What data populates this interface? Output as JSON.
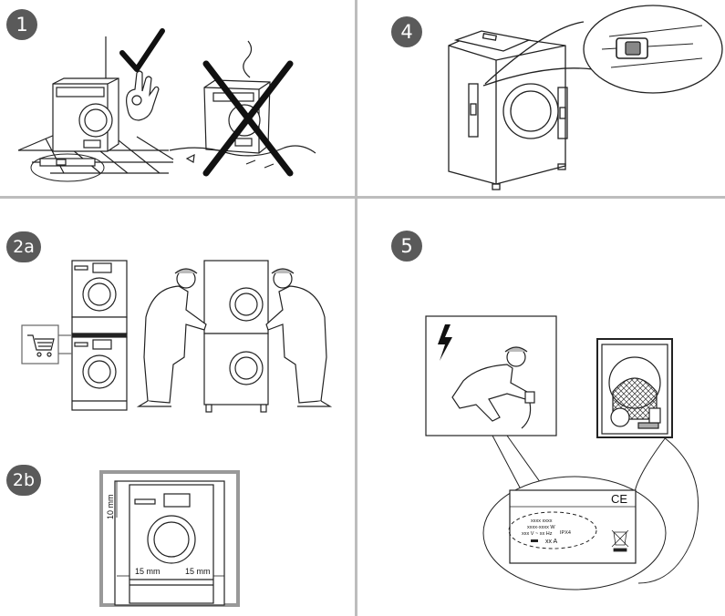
{
  "steps": {
    "s1": "1",
    "s4": "4",
    "s2a": "2a",
    "s2b": "2b",
    "s5": "5"
  },
  "step2b": {
    "top_gap": "10 mm",
    "left_gap": "15 mm",
    "right_gap": "15 mm"
  },
  "rating_plate": {
    "ce_mark": "CE",
    "line1": "xxxx xxxx",
    "line2": "xxxx-xxxx W",
    "line3": "xxx V ~  xx Hz",
    "ip_rating": "IPX4",
    "amps": "xx A"
  },
  "icons": [
    "check-icon",
    "cross-icon",
    "cart-icon",
    "lightning-icon",
    "ce-icon",
    "weee-bin-icon"
  ]
}
